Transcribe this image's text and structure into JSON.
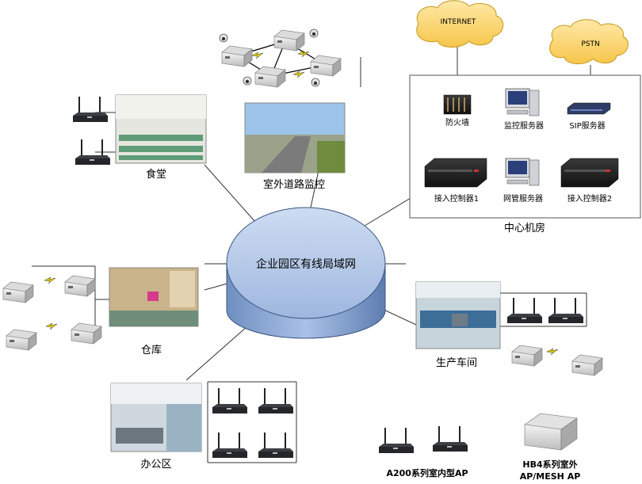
{
  "network": {
    "core_label": "企业园区有线局域网",
    "cloud_internet": "INTERNET",
    "cloud_pstn": "PSTN"
  },
  "datacenter": {
    "title": "中心机房",
    "devices": [
      {
        "label": "防火墙",
        "icon": "firewall-icon"
      },
      {
        "label": "监控服务器",
        "icon": "monitor-server-icon"
      },
      {
        "label": "SIP服务器",
        "icon": "sip-server-icon"
      },
      {
        "label": "接入控制器1",
        "icon": "access-controller-icon"
      },
      {
        "label": "网管服务器",
        "icon": "management-server-icon"
      },
      {
        "label": "接入控制器2",
        "icon": "access-controller-icon"
      }
    ]
  },
  "sites": {
    "canteen": "食堂",
    "road": "室外道路监控",
    "warehouse": "仓库",
    "office": "办公区",
    "workshop": "生产车间"
  },
  "legend": {
    "indoor_ap": "A200系列室内型AP",
    "outdoor_ap_line1": "HB4系列室外",
    "outdoor_ap_line2": "AP/MESH AP"
  }
}
